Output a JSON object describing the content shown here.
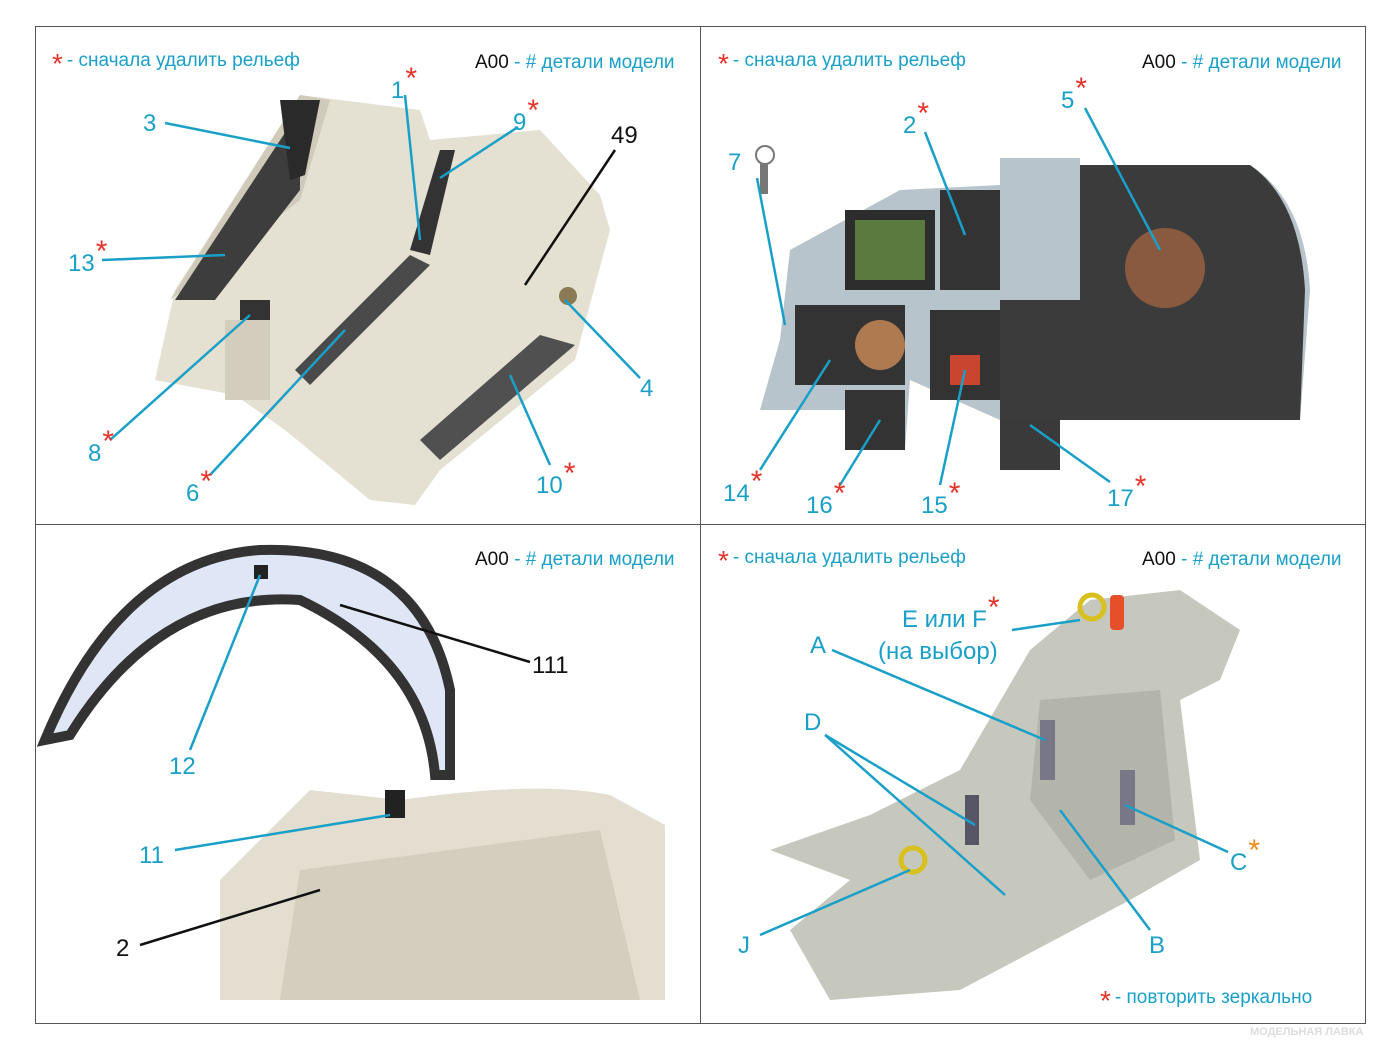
{
  "legend": {
    "remove_relief": "- сначала удалить рельеф",
    "part_id": "A00",
    "part_desc": "- # детали модели",
    "mirror": "- повторить зеркально",
    "star": "*"
  },
  "panel1": {
    "labels": [
      "3",
      "13",
      "1",
      "9",
      "49",
      "4",
      "8",
      "6",
      "10"
    ]
  },
  "panel2": {
    "labels": [
      "7",
      "2",
      "5",
      "14",
      "16",
      "15",
      "17"
    ]
  },
  "panel3": {
    "labels": [
      "111",
      "12",
      "11",
      "2"
    ]
  },
  "panel4": {
    "labels": [
      "E или F",
      "(на выбор)",
      "A",
      "D",
      "C",
      "B",
      "J"
    ]
  },
  "watermark": {
    "line1": "МОДЕЛЬНАЯ",
    "line2": "ЛАВКА"
  },
  "colors": {
    "callout": "#1aa0c8",
    "required": "#e5332a",
    "mirror": "#f08a1c"
  }
}
